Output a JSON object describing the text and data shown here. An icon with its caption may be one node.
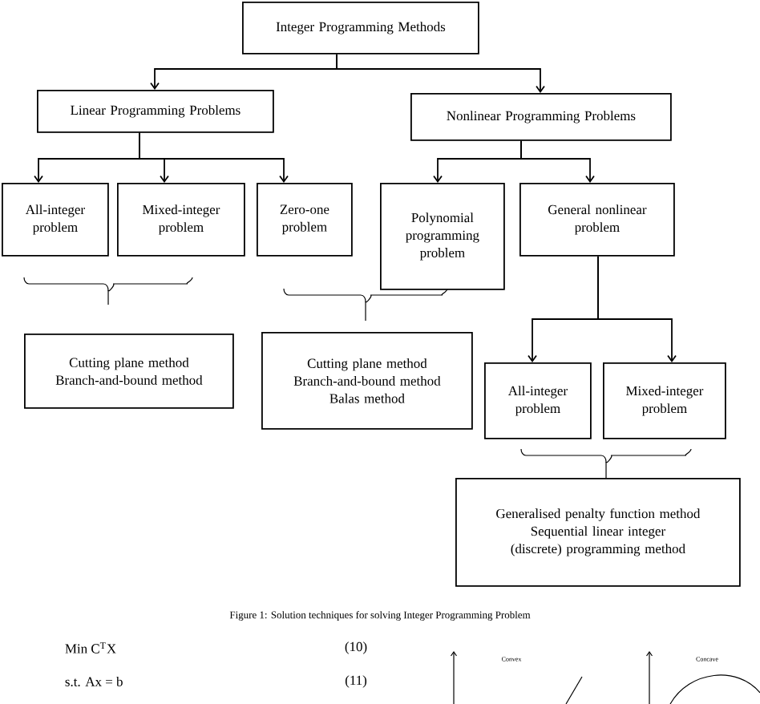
{
  "diagram": {
    "caption": "Figure 1: Solution techniques for solving Integer Programming Problem",
    "nodes": [
      {
        "text": [
          "Integer Programming Methods"
        ]
      },
      {
        "text": [
          "Linear Programming Problems"
        ]
      },
      {
        "text": [
          "Nonlinear Programming Problems"
        ]
      },
      {
        "text": [
          "All-integer problem"
        ]
      },
      {
        "text": [
          "Mixed-integer problem"
        ]
      },
      {
        "text": [
          "Zero-one problem"
        ]
      },
      {
        "text": [
          "Polynomial programming problem"
        ]
      },
      {
        "text": [
          "General nonlinear problem"
        ]
      },
      {
        "text": [
          "Cutting plane method",
          "Branch-and-bound method"
        ]
      },
      {
        "text": [
          "Cutting plane method",
          "Branch-and-bound method",
          "Balas method"
        ]
      },
      {
        "text": [
          "All-integer problem"
        ]
      },
      {
        "text": [
          "Mixed-integer problem"
        ]
      },
      {
        "text": [
          "Generalised penalty function method",
          "Sequential linear integer (discrete) programming method"
        ]
      }
    ],
    "edges": [
      {
        "from": 0,
        "to": 1,
        "arrow": "to"
      },
      {
        "from": 0,
        "to": 2,
        "arrow": "to"
      },
      {
        "from": 1,
        "to": 3,
        "arrow": "to"
      },
      {
        "from": 1,
        "to": 4,
        "arrow": "to"
      },
      {
        "from": 1,
        "to": 5,
        "arrow": "to"
      },
      {
        "from": 2,
        "to": 6,
        "arrow": "to"
      },
      {
        "from": 2,
        "to": 7,
        "arrow": "to"
      },
      {
        "from": 7,
        "to": 10,
        "arrow": "to"
      },
      {
        "from": 7,
        "to": 11,
        "arrow": "to"
      }
    ],
    "labels": [
      "Min C$^{T}$X",
      "(10)",
      "Convex",
      "Concave",
      "s.t. Ax = b",
      "(11)"
    ]
  }
}
